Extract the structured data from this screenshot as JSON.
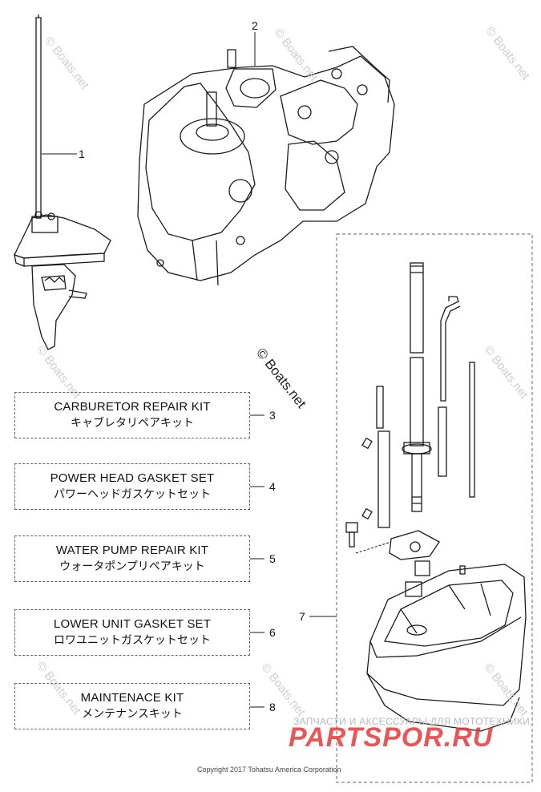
{
  "callouts": {
    "n1": "1",
    "n2": "2",
    "n3": "3",
    "n4": "4",
    "n5": "5",
    "n6": "6",
    "n7": "7",
    "n8": "8"
  },
  "kits": [
    {
      "number": "3",
      "en": "CARBURETOR REPAIR KIT",
      "jp": "キャブレタリペアキット"
    },
    {
      "number": "4",
      "en": "POWER HEAD GASKET SET",
      "jp": "パワーヘッドガスケットセット"
    },
    {
      "number": "5",
      "en": "WATER PUMP REPAIR KIT",
      "jp": "ウォータポンプリペアキット"
    },
    {
      "number": "6",
      "en": "LOWER UNIT GASKET SET",
      "jp": "ロワユニットガスケットセット"
    },
    {
      "number": "8",
      "en": "MAINTENACE KIT",
      "jp": "メンテナンスキット"
    }
  ],
  "watermark": {
    "center": "© Boats.net",
    "repeat": "© Boats.net"
  },
  "brand": {
    "subtitle": "ЗАПЧАСТИ И АКСЕССУАРЫ ДЛЯ МОТОТЕХНИКИ",
    "name": "PARTSPOR.RU"
  },
  "copyright": "Copyright 2017 Tohatsu America Corporation",
  "colors": {
    "line": "#1a1a1a",
    "watermark": "#cfcfcf",
    "brand": "#e33a3a"
  }
}
